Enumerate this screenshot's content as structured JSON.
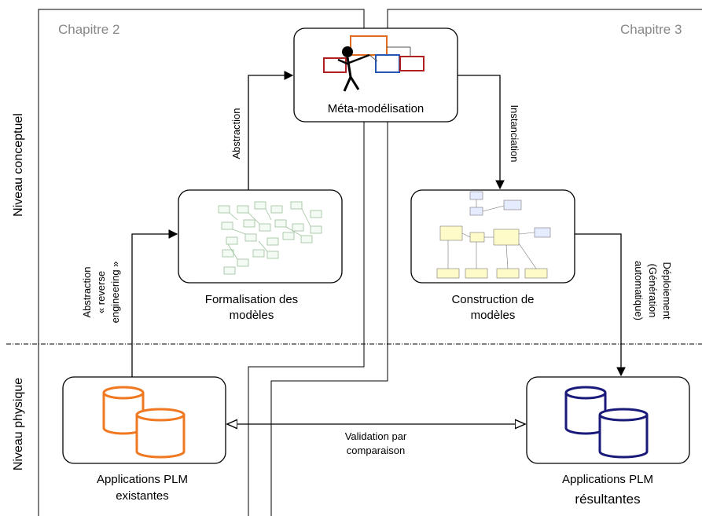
{
  "chapters": {
    "left": "Chapitre 2",
    "right": "Chapitre 3"
  },
  "levels": {
    "conceptual": "Niveau conceptuel",
    "physical": "Niveau physique"
  },
  "nodes": {
    "meta": "Méta-modélisation",
    "formalisation": [
      "Formalisation des",
      "modèles"
    ],
    "construction": [
      "Construction de",
      "modèles"
    ],
    "existing": [
      "Applications PLM",
      "existantes"
    ],
    "resulting": [
      "Applications PLM",
      "résultantes"
    ]
  },
  "edges": {
    "abstraction_top": "Abstraction",
    "instanciation": "Instanciation",
    "abstraction_left": [
      "Abstraction",
      "« reverse",
      "engineering »"
    ],
    "deploiement": [
      "Déploiement",
      "(Génération",
      "automatique)"
    ],
    "validation": [
      "Validation par",
      "comparaison"
    ]
  },
  "colors": {
    "existing_db": "#f07820",
    "resulting_db": "#1a1a7a",
    "chapter_text": "#888888",
    "class_box": "#fffbc8",
    "class_box_blue": "#e6ecff"
  }
}
